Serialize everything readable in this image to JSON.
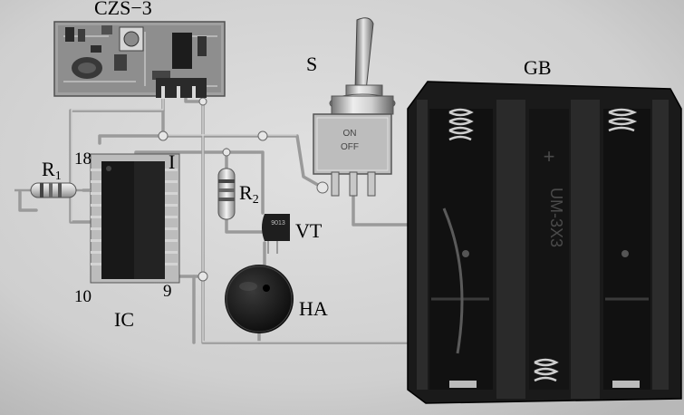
{
  "labels": {
    "module": "CZS−3",
    "switch": "S",
    "battery": "GB",
    "r1_base": "R",
    "r1_sub": "1",
    "r2_base": "R",
    "r2_sub": "2",
    "pin18": "18",
    "pin1": "I",
    "pin10": "10",
    "pin9": "9",
    "ic": "IC",
    "transistor": "VT",
    "buzzer": "HA"
  },
  "markings": {
    "switch_on": "ON",
    "switch_off": "OFF",
    "transistor_code": "9013",
    "battery_text": "UM-3X3",
    "battery_plus": "+"
  }
}
